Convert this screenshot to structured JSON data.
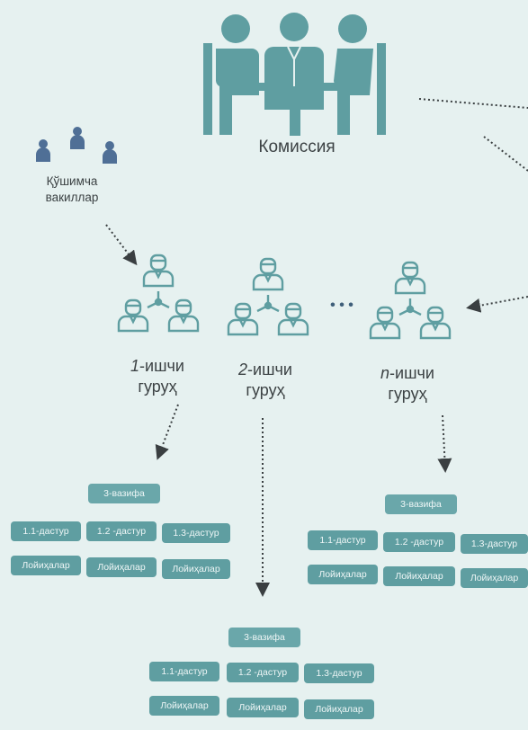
{
  "commission": {
    "label": "Комиссия"
  },
  "extra": {
    "line1": "Қўшимча",
    "line2": "вакиллар"
  },
  "ellipsis": "• • •",
  "groups": [
    {
      "num": "1",
      "suffix": "-ишчи",
      "line2": "гуруҳ"
    },
    {
      "num": "2",
      "suffix": "-ишчи",
      "line2": "гуруҳ"
    },
    {
      "num": "n",
      "suffix": "-ишчи",
      "line2": "гуруҳ"
    }
  ],
  "task_blocks": [
    {
      "title": "3-вазифа",
      "programs": [
        "1.1-дастур",
        "1.2 -дастур",
        "1.3-дастур"
      ],
      "projects": [
        "Лойиҳалар",
        "Лойиҳалар",
        "Лойиҳалар"
      ]
    },
    {
      "title": "3-вазифа",
      "programs": [
        "1.1-дастур",
        "1.2 -дастур",
        "1.3-дастур"
      ],
      "projects": [
        "Лойиҳалар",
        "Лойиҳалар",
        "Лойиҳалар"
      ]
    },
    {
      "title": "3-вазифа",
      "programs": [
        "1.1-дастур",
        "1.2 -дастур",
        "1.3-дастур"
      ],
      "projects": [
        "Лойиҳалар",
        "Лойиҳалар",
        "Лойиҳалар"
      ]
    }
  ],
  "colors": {
    "background": "#e6f1f0",
    "icon_teal": "#5f9ea1",
    "box_teal": "#5f9ea1",
    "person_blue": "#4f6f96",
    "arrow_dark": "#3a3f41"
  }
}
